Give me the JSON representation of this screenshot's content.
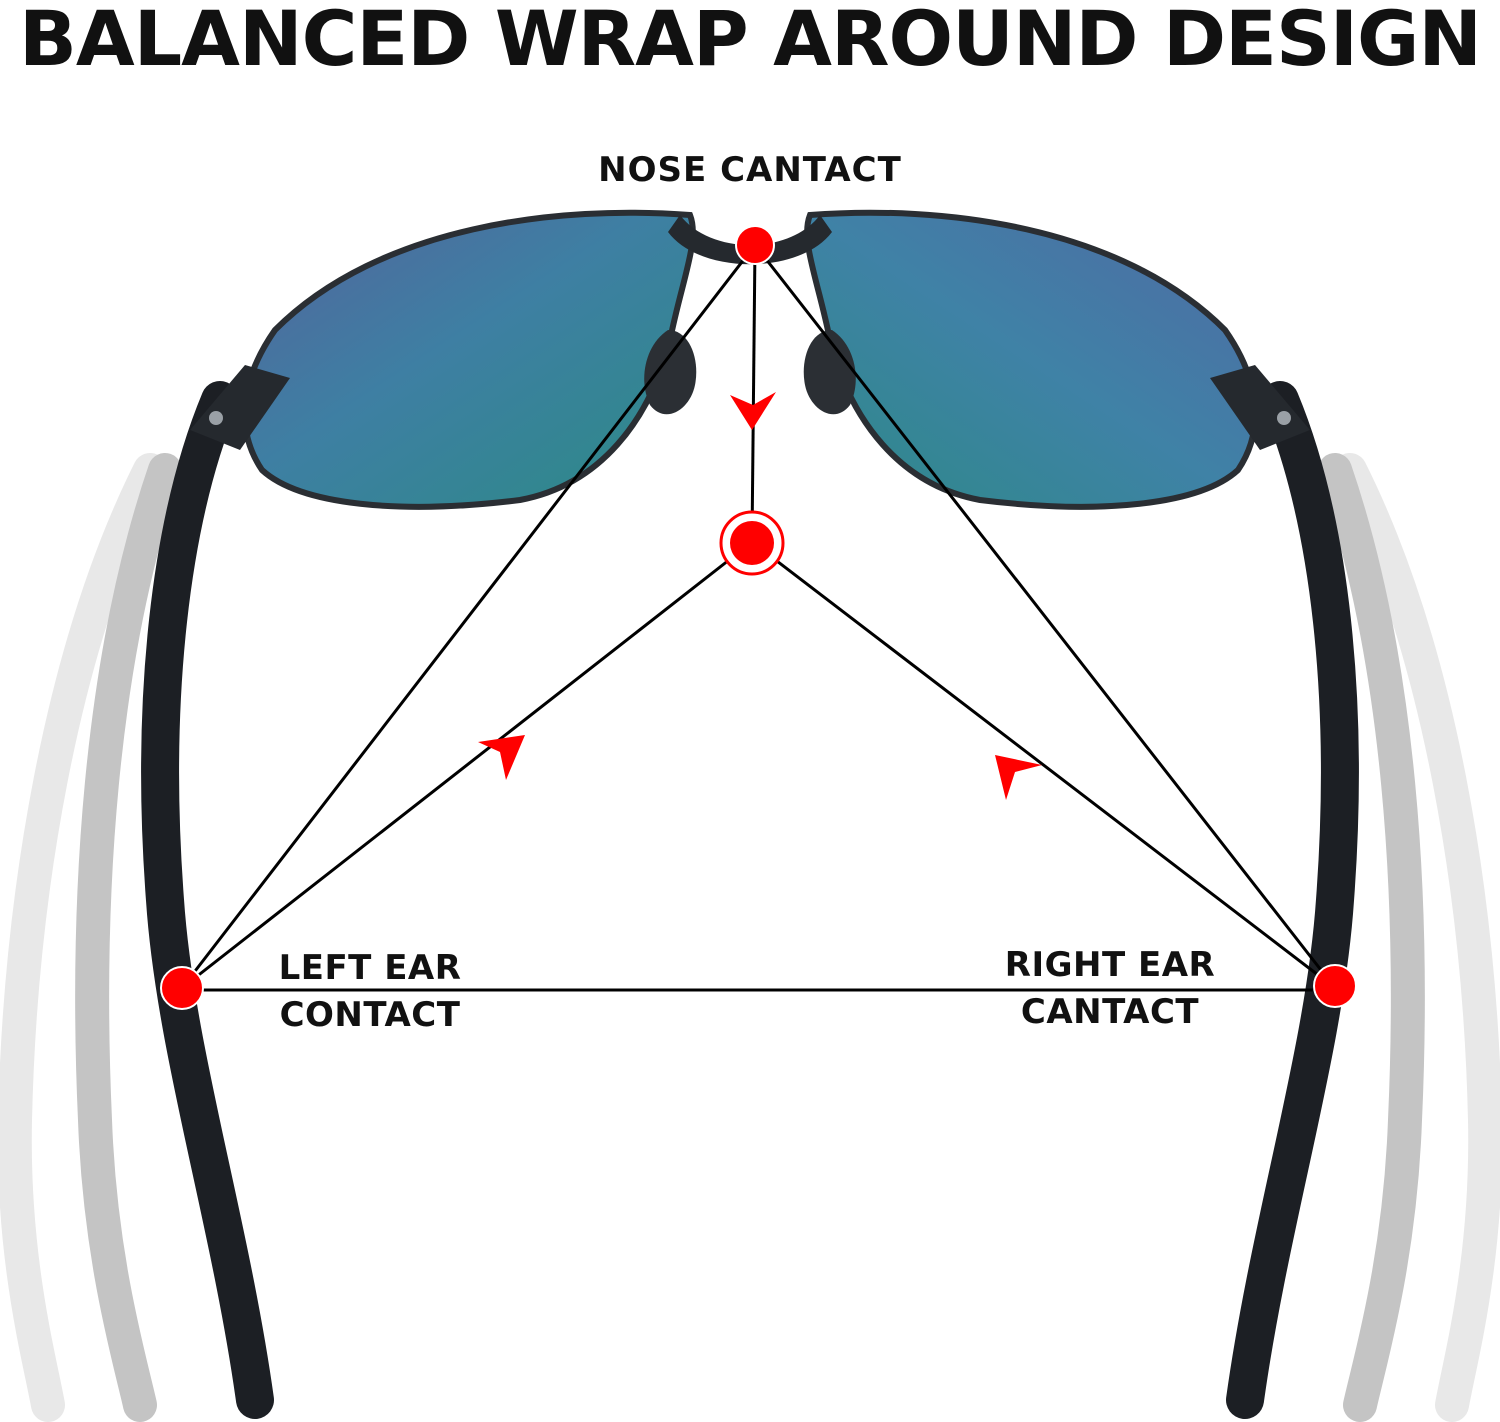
{
  "title": "BALANCED WRAP AROUND DESIGN",
  "labels": {
    "nose": "NOSE  CANTACT",
    "left_ear_line1": "LEFT EAR",
    "left_ear_line2": "CONTACT",
    "right_ear_line1": "RIGHT EAR",
    "right_ear_line2": "CANTACT"
  },
  "colors": {
    "marker": "#ff0000",
    "lines": "#000000",
    "frame": "#1c1f24",
    "lens_top": "#4a76a6",
    "lens_bottom": "#2f7f85",
    "ghost_temple_light": "#e6e6e6",
    "ghost_temple_mid": "#bdbdbd"
  }
}
